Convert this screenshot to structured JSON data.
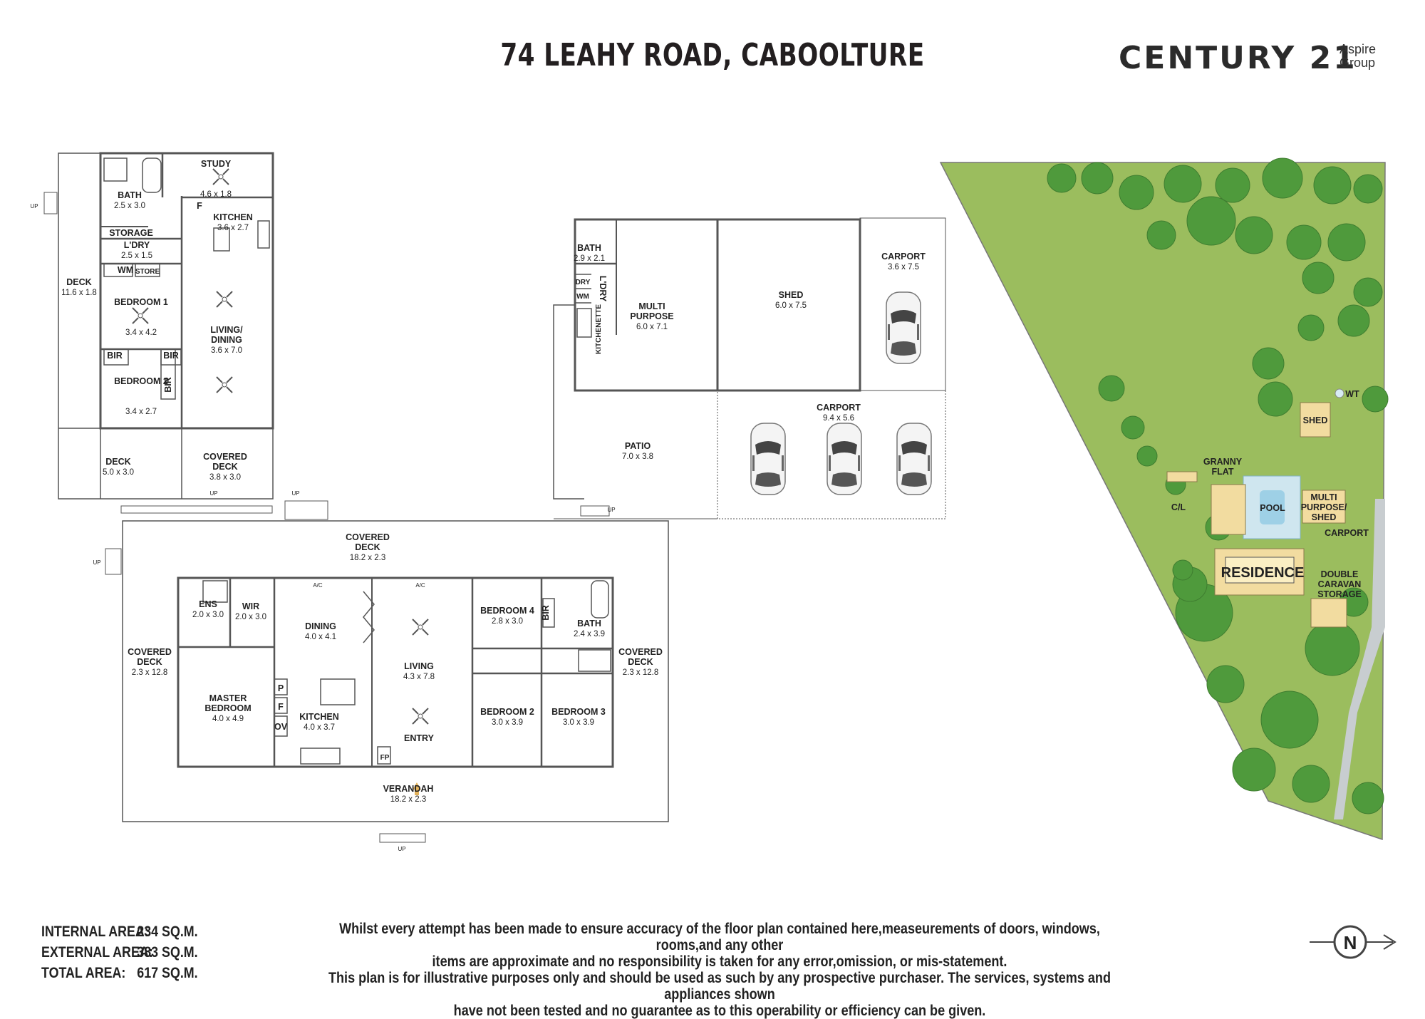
{
  "header": {
    "title": "74 LEAHY ROAD, CABOOLTURE",
    "brand_name": "CENTURY 21",
    "brand_sub_line1": "Aspire",
    "brand_sub_line2": "Group"
  },
  "granny_flat": {
    "study": {
      "name": "STUDY",
      "dims": "4.6 x 1.8"
    },
    "bath": {
      "name": "BATH",
      "dims": "2.5 x 3.0"
    },
    "kitchen": {
      "name": "KITCHEN",
      "dims": "3.6 x 2.7"
    },
    "storage": "STORAGE",
    "laundry": {
      "name": "L'DRY",
      "dims": "2.5 x 1.5"
    },
    "wm": "WM",
    "store": "STORE",
    "bedroom1": {
      "name": "BEDROOM 1",
      "dims": "3.4 x 4.2"
    },
    "living": {
      "name1": "LIVING/",
      "name2": "DINING",
      "dims": "3.6 x 7.0"
    },
    "bir1": "BIR",
    "bir2": "BIR",
    "bir3": "BIR",
    "bedroom2": {
      "name": "BEDROOM 2",
      "dims": "3.4 x 2.7"
    },
    "deck_side": {
      "name": "DECK",
      "dims": "11.6 x 1.8"
    },
    "deck_front": {
      "name": "DECK",
      "dims": "5.0 x 3.0"
    },
    "covered_deck": {
      "name1": "COVERED",
      "name2": "DECK",
      "dims": "3.8 x 3.0"
    },
    "fridge": "F"
  },
  "outbuildings": {
    "bath": {
      "name": "BATH",
      "dims": "2.9 x 2.1"
    },
    "dry": "DRY",
    "wm": "WM",
    "laundry": "L'DRY",
    "kitchenette": "KITCHENETTE",
    "multi": {
      "name1": "MULTI",
      "name2": "PURPOSE",
      "dims": "6.0 x 7.1"
    },
    "shed": {
      "name": "SHED",
      "dims": "6.0 x 7.5"
    },
    "carport1": {
      "name": "CARPORT",
      "dims": "3.6 x 7.5"
    },
    "carport2": {
      "name": "CARPORT",
      "dims": "9.4 x 5.6"
    },
    "patio": {
      "name": "PATIO",
      "dims": "7.0 x 3.8"
    }
  },
  "residence": {
    "covered_deck_top": {
      "name1": "COVERED",
      "name2": "DECK",
      "dims": "18.2 x 2.3"
    },
    "ens": {
      "name": "ENS",
      "dims": "2.0 x 3.0"
    },
    "wir": {
      "name": "WIR",
      "dims": "2.0 x 3.0"
    },
    "dining": {
      "name": "DINING",
      "dims": "4.0 x 4.1"
    },
    "living": {
      "name": "LIVING",
      "dims": "4.3 x 7.8"
    },
    "bedroom4": {
      "name": "BEDROOM 4",
      "dims": "2.8 x 3.0"
    },
    "bath": {
      "name": "BATH",
      "dims": "2.4 x 3.9"
    },
    "bir": "BIR",
    "master": {
      "name1": "MASTER",
      "name2": "BEDROOM",
      "dims": "4.0 x 4.9"
    },
    "kitchen": {
      "name": "KITCHEN",
      "dims": "4.0 x 3.7"
    },
    "bedroom2": {
      "name": "BEDROOM 2",
      "dims": "3.0 x 3.9"
    },
    "bedroom3": {
      "name": "BEDROOM 3",
      "dims": "3.0 x 3.9"
    },
    "entry": "ENTRY",
    "verandah": {
      "name": "VERANDAH",
      "dims": "18.2 x 2.3"
    },
    "covered_deck_left": {
      "name1": "COVERED",
      "name2": "DECK",
      "dims": "2.3 x 12.8"
    },
    "covered_deck_right": {
      "name1": "COVERED",
      "name2": "DECK",
      "dims": "2.3 x 12.8"
    },
    "pantry": "P",
    "fridge": "F",
    "oven": "OV",
    "fireplace": "FP",
    "ac1": "A/C",
    "ac2": "A/C"
  },
  "stairs": {
    "up": "UP"
  },
  "site": {
    "residence": "RESIDENCE",
    "granny_flat1": "GRANNY",
    "granny_flat2": "FLAT",
    "pool": "POOL",
    "shed": "SHED",
    "wt": "WT",
    "cl": "C/L",
    "multi1": "MULTI",
    "multi2": "PURPOSE/",
    "multi3": "SHED",
    "carport": "CARPORT",
    "caravan1": "DOUBLE",
    "caravan2": "CARAVAN",
    "caravan3": "STORAGE",
    "colors": {
      "grass": "#9bbd5e",
      "tree": "#4f9a3c",
      "pool": "#9ed0e6",
      "building": "#f2dca0"
    }
  },
  "areas": {
    "internal_label": "INTERNAL AREA:",
    "internal_value": "234 SQ.M.",
    "external_label": "EXTERNAL AREA:",
    "external_value": "383 SQ.M.",
    "total_label": "TOTAL AREA:",
    "total_value": "617 SQ.M."
  },
  "disclaimer": {
    "line1": "Whilst every attempt has been made to ensure accuracy of the floor plan contained here,measeurements of doors, windows, rooms,and any other",
    "line2": "items are approximate  and no responsibility is taken for any error,omission, or mis-statement.",
    "line3": "This plan is for illustrative purposes only and should be used as such by any prospective purchaser. The services, systems and appliances shown",
    "line4": "have not been tested and no guarantee as to this operability or efficiency can be given."
  },
  "compass": {
    "north": "N"
  }
}
